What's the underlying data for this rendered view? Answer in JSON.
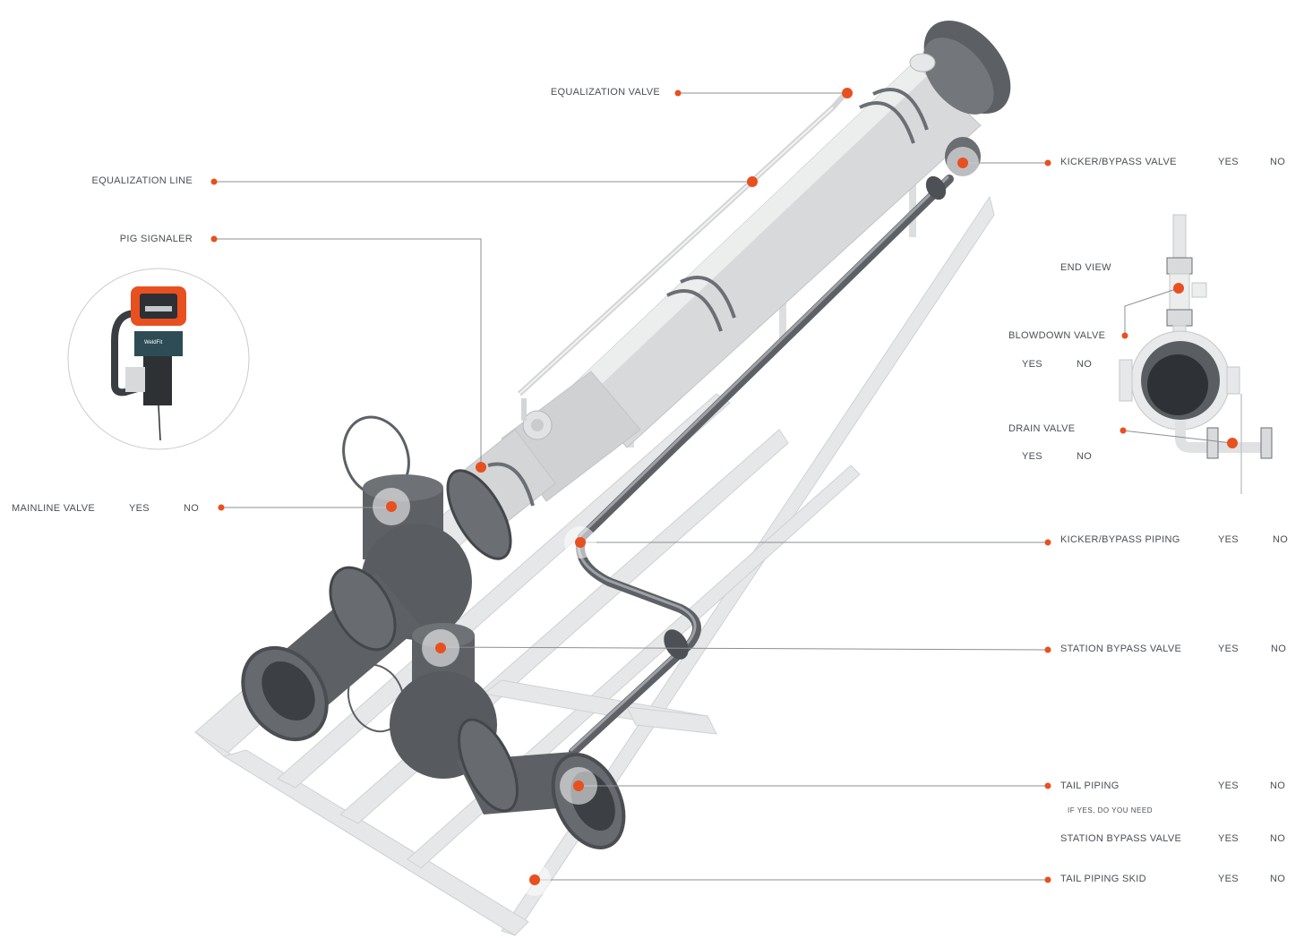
{
  "colors": {
    "accent": "#e8501f",
    "leader": "#8c8f94",
    "text": "#4a4f56",
    "steel": "#d9dbdd",
    "dark_steel": "#5d6166",
    "skid": "#e4e5e6"
  },
  "options": {
    "yes": "YES",
    "no": "NO"
  },
  "labels": {
    "equalization_valve": "EQUALIZATION VALVE",
    "equalization_line": "EQUALIZATION LINE",
    "pig_signaler": "PIG SIGNALER",
    "mainline_valve": "MAINLINE VALVE",
    "kicker_bypass_valve": "KICKER/BYPASS VALVE",
    "end_view": "END VIEW",
    "blowdown_valve": "BLOWDOWN VALVE",
    "drain_valve": "DRAIN VALVE",
    "kicker_bypass_piping": "KICKER/BYPASS PIPING",
    "station_bypass_valve": "STATION BYPASS VALVE",
    "tail_piping": "TAIL PIPING",
    "if_yes": "IF YES, DO YOU NEED",
    "sub_station_bypass_valve": "STATION BYPASS VALVE",
    "tail_piping_skid": "TAIL PIPING SKID"
  },
  "signaler_brand": "WeldFit"
}
